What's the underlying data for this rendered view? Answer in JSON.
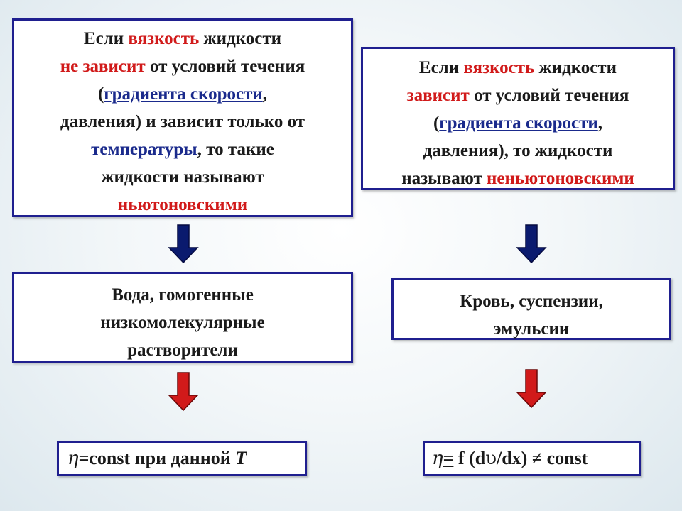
{
  "left_top": {
    "l1_a": "Если ",
    "l1_b": "вязкость",
    "l1_c": " жидкости",
    "l2_a": "не зависит",
    "l2_b": " от условий течения",
    "l3_a": "(",
    "l3_b": "градиента скорости",
    "l3_c": ",",
    "l4": "давления) и зависит только от",
    "l5_a": "температуры",
    "l5_b": ", то такие",
    "l6": "жидкости называют",
    "l7": "ньютоновскими"
  },
  "right_top": {
    "l1_a": "Если ",
    "l1_b": "вязкость",
    "l1_c": " жидкости",
    "l2_a": "зависит",
    "l2_b": " от условий течения",
    "l3_a": "(",
    "l3_b": "градиента скорости",
    "l3_c": ",",
    "l4": "давления), то жидкости",
    "l5_a": "называют ",
    "l5_b": "неньютоновскими"
  },
  "left_mid": {
    "l1": "Вода, гомогенные",
    "l2": "низкомолекулярные",
    "l3": "растворители"
  },
  "right_mid": {
    "l1": "Кровь, суспензии,",
    "l2": "эмульсии"
  },
  "left_bottom": {
    "eta": "η",
    "text": "=const при данной ",
    "t": "T"
  },
  "right_bottom": {
    "eta": "η",
    "eq": "=",
    "text1": " f (d",
    "upsilon": "υ",
    "text2": "/dx) ",
    "neq": "≠",
    "text3": " const"
  },
  "colors": {
    "border": "#1f1f8f",
    "red_text": "#d11a1a",
    "blue_text": "#1a2a8c",
    "arrow_blue": "#0a1a6e",
    "arrow_red": "#d11a1a"
  }
}
